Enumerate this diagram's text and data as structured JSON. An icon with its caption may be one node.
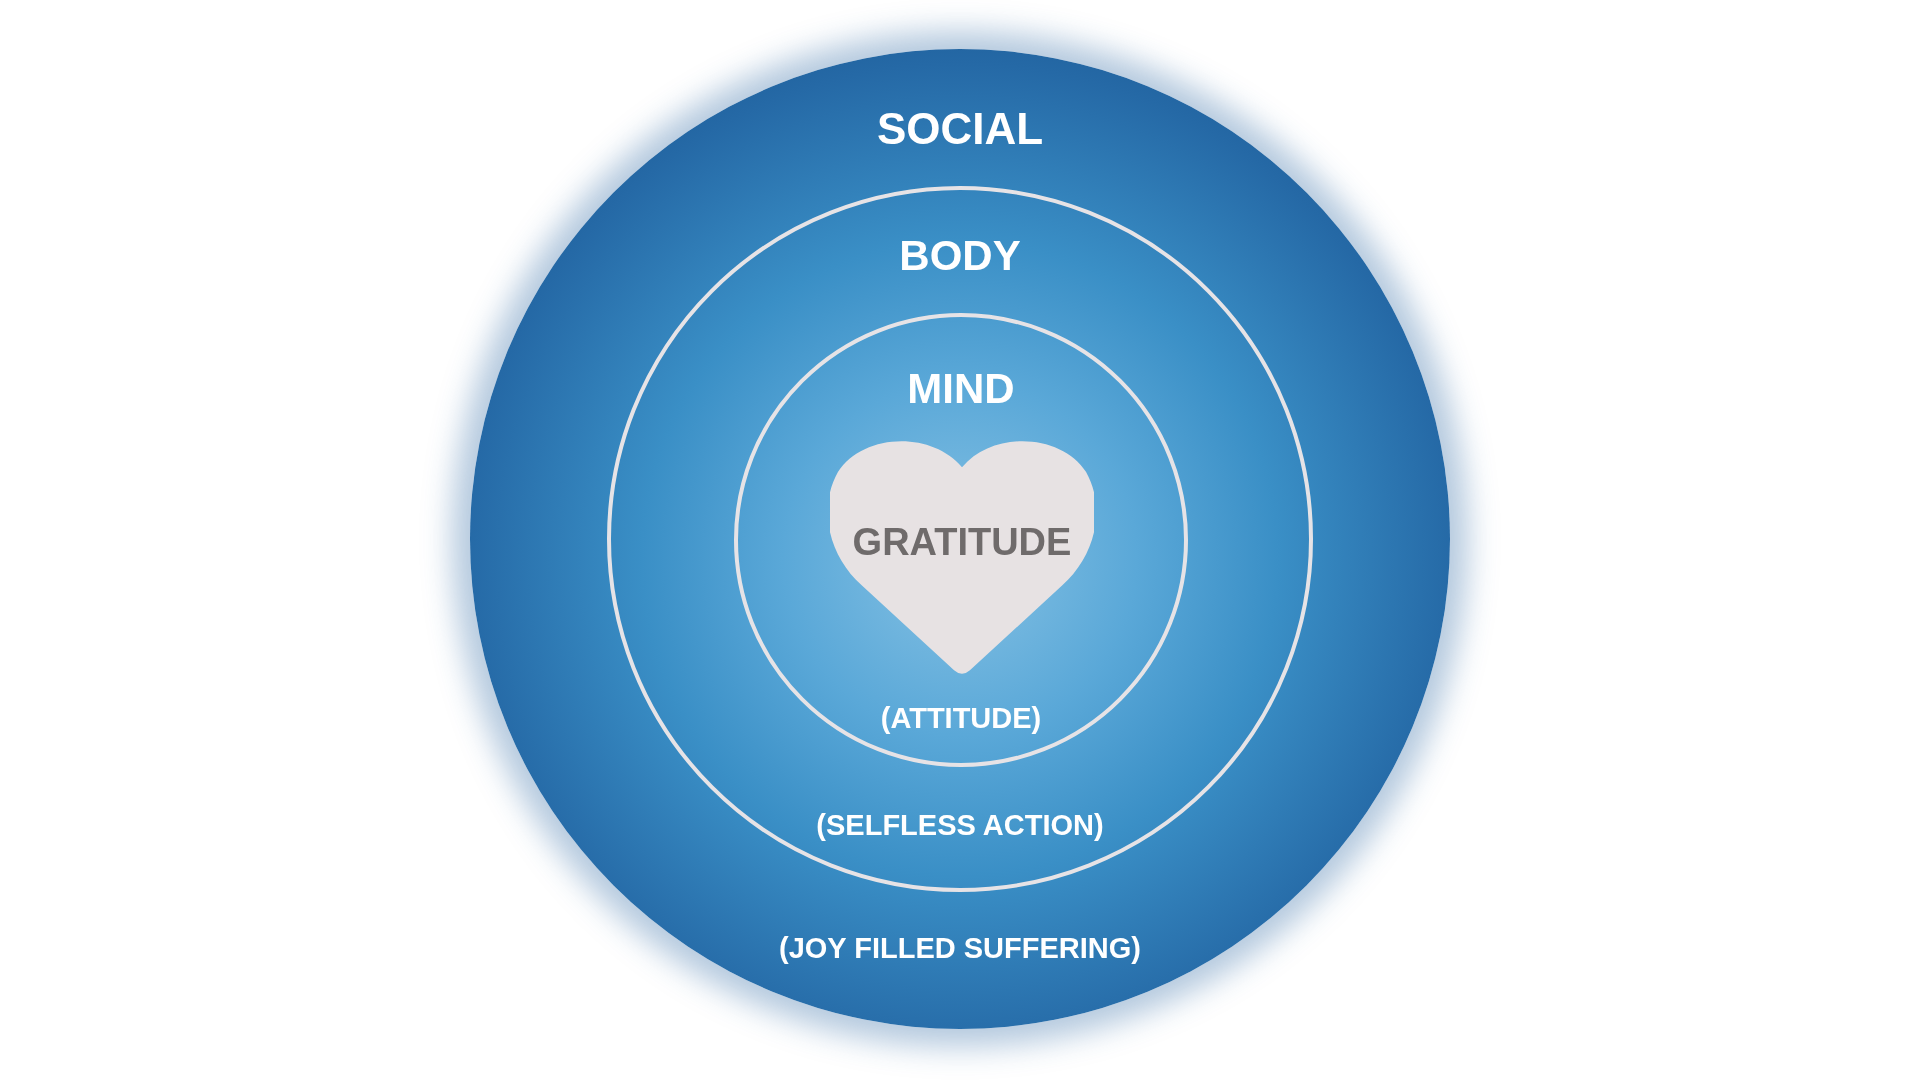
{
  "diagram": {
    "nodes": [
      {
        "text": [
          "SOCIAL",
          "(JOY FILLED SUFFERING)"
        ]
      },
      {
        "text": [
          "BODY",
          "(SELFLESS ACTION)"
        ],
        "in": 0
      },
      {
        "text": [
          "MIND",
          "(ATTITUDE)"
        ],
        "in": 1
      },
      {
        "text": [
          "GRATITUDE"
        ],
        "in": 2
      }
    ]
  }
}
